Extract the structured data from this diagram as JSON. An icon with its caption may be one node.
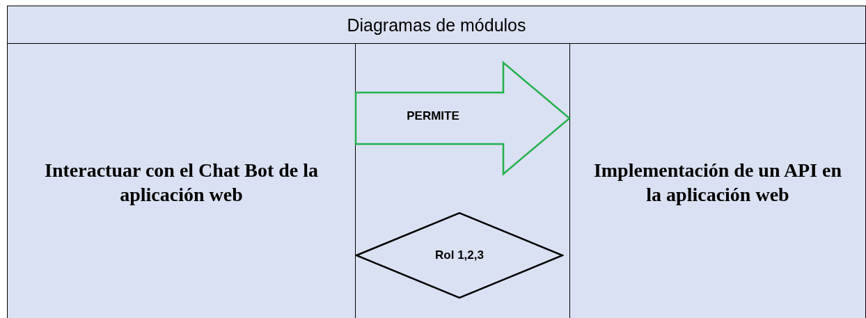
{
  "diagram": {
    "title": "Diagramas de módulos",
    "nodes": [
      {
        "text": [
          "Interactuar con el Chat Bot de la aplicación web"
        ]
      },
      {
        "text": [
          "Rol 1,2,3"
        ]
      },
      {
        "text": [
          "Implementación de un API en la aplicación web"
        ]
      }
    ],
    "edges": [
      {
        "from": 0,
        "to": 2,
        "arrow": "to",
        "label": "PERMITE",
        "color": "#22b14c"
      }
    ]
  }
}
